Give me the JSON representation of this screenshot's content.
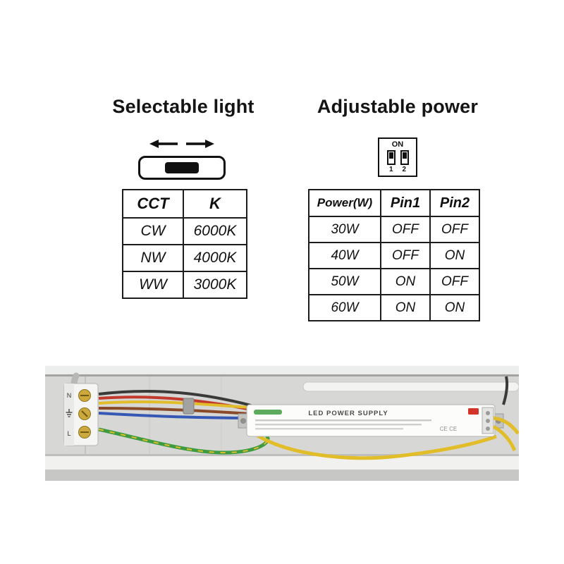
{
  "selectable": {
    "title": "Selectable light",
    "table": {
      "headers": [
        "CCT",
        "K"
      ],
      "rows": [
        [
          "CW",
          "6000K"
        ],
        [
          "NW",
          "4000K"
        ],
        [
          "WW",
          "3000K"
        ]
      ]
    }
  },
  "adjustable": {
    "title": "Adjustable power",
    "dip": {
      "on_label": "ON",
      "pin_labels": [
        "1",
        "2"
      ]
    },
    "table": {
      "headers": [
        "Power(W)",
        "Pin1",
        "Pin2"
      ],
      "rows": [
        [
          "30W",
          "OFF",
          "OFF"
        ],
        [
          "40W",
          "OFF",
          "ON"
        ],
        [
          "50W",
          "ON",
          "OFF"
        ],
        [
          "60W",
          "ON",
          "ON"
        ]
      ]
    }
  },
  "photo": {
    "driver_title": "LED POWER SUPPLY",
    "ce_mark": "CE CE",
    "terminal_labels": [
      "N",
      "L"
    ],
    "colors": {
      "yellow": "#e2bd2a",
      "green": "#3f9b3f",
      "red": "#c23a2e",
      "brown": "#8a4a2a",
      "blue": "#3558b5",
      "black": "#3a3a38",
      "switch_red": "#d3342a"
    }
  }
}
